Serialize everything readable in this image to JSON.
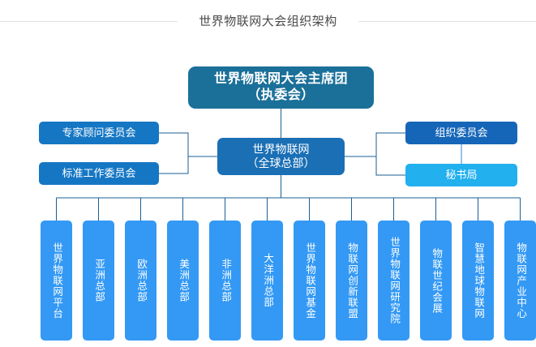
{
  "header": {
    "title": "世界物联网大会组织架构"
  },
  "colors": {
    "presidium": "#1b7099",
    "headquarters": "#1a6fb5",
    "left_committee": "#1577c4",
    "organizing_committee": "#1566b8",
    "secretariat": "#22b0ee",
    "branch": "#3399f5",
    "connector": "#1a5f96",
    "title_text": "#4a4a4a",
    "rule": "#e2e2e2",
    "background": "#ffffff"
  },
  "chart": {
    "presidium": {
      "line1": "世界物联网大会主席团",
      "line2": "（执委会）"
    },
    "headquarters": {
      "line1": "世界物联网",
      "line2": "（全球总部）"
    },
    "left_committees": [
      {
        "label": "专家顾问委员会"
      },
      {
        "label": "标准工作委员会"
      }
    ],
    "right_committees": [
      {
        "label": "组织委员会"
      },
      {
        "label": "秘书局"
      }
    ],
    "branches": [
      {
        "label": "世界物联网平台"
      },
      {
        "label": "亚洲总部"
      },
      {
        "label": "欧洲总部"
      },
      {
        "label": "美洲总部"
      },
      {
        "label": "非洲总部"
      },
      {
        "label": "大洋洲总部"
      },
      {
        "label": "世界物联网基金"
      },
      {
        "label": "物联网创新联盟"
      },
      {
        "label": "世界物联网研究院"
      },
      {
        "label": "物联世纪会展"
      },
      {
        "label": "智慧地球物联网"
      },
      {
        "label": "物联网产业中心"
      }
    ]
  }
}
